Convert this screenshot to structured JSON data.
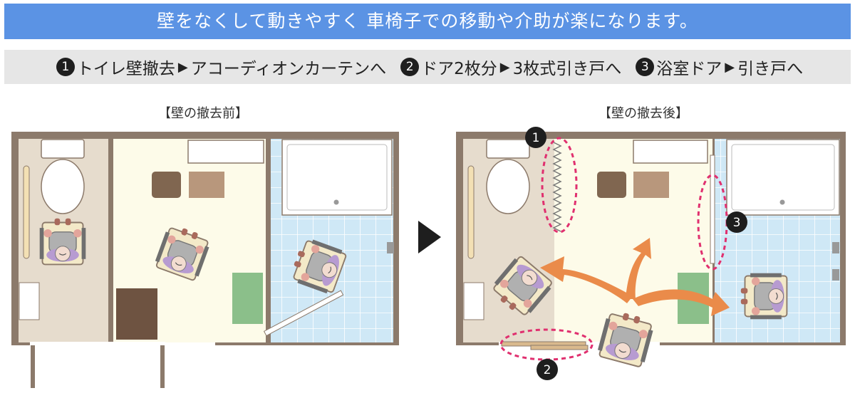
{
  "banner": {
    "text": "壁をなくして動きやすく 車椅子での移動や介助が楽になります。"
  },
  "steps": [
    {
      "num": "1",
      "text": "トイレ壁撤去",
      "arrow": "▶",
      "result": "アコーディオンカーテンへ"
    },
    {
      "num": "2",
      "text": "ドア2枚分",
      "arrow": "▶",
      "result": "3枚式引き戸へ"
    },
    {
      "num": "3",
      "text": "浴室ドア",
      "arrow": "▶",
      "result": "引き戸へ"
    }
  ],
  "before": {
    "caption": "【壁の撤去前】"
  },
  "after": {
    "caption": "【壁の撤去後】"
  },
  "markers": {
    "m1": "1",
    "m2": "2",
    "m3": "3"
  },
  "colors": {
    "banner": "#5b93e4",
    "wall": "#8c7a6b",
    "toilet_floor": "#e6dccd",
    "room_floor": "#fdfbe9",
    "bath_tile": "#cfe8f6",
    "arrow": "#ea8b4a",
    "highlight": "#e0306f"
  }
}
